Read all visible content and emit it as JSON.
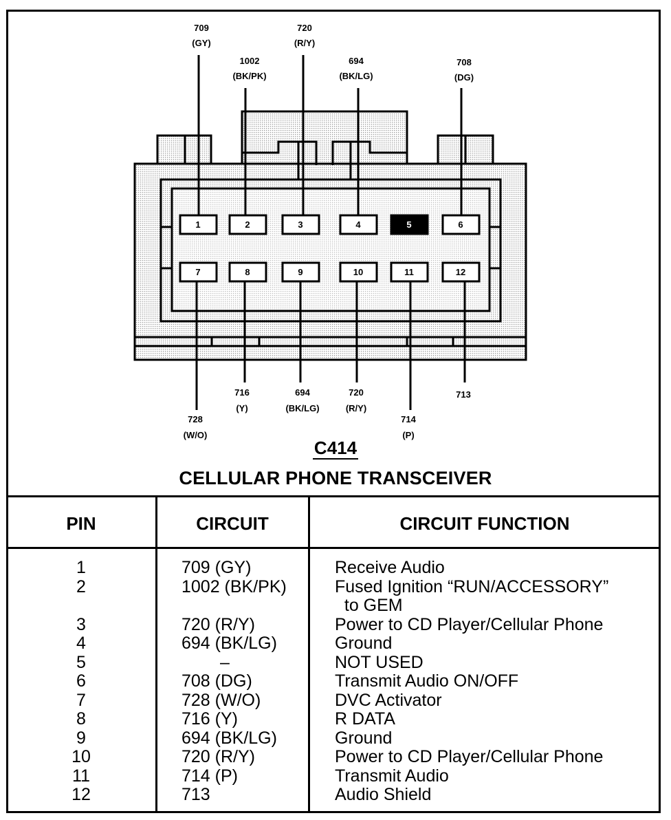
{
  "connector": {
    "id": "C414",
    "name": "CELLULAR PHONE TRANSCEIVER",
    "top_wires": [
      {
        "pin": "1",
        "circuit": "709",
        "color": "(GY)"
      },
      {
        "pin": "2",
        "circuit": "1002",
        "color": "(BK/PK)"
      },
      {
        "pin": "3",
        "circuit": "720",
        "color": "(R/Y)"
      },
      {
        "pin": "4",
        "circuit": "694",
        "color": "(BK/LG)"
      },
      {
        "pin": "6",
        "circuit": "708",
        "color": "(DG)"
      }
    ],
    "bottom_wires": [
      {
        "pin": "7",
        "circuit": "728",
        "color": "(W/O)"
      },
      {
        "pin": "8",
        "circuit": "716",
        "color": "(Y)"
      },
      {
        "pin": "9",
        "circuit": "694",
        "color": "(BK/LG)"
      },
      {
        "pin": "10",
        "circuit": "720",
        "color": "(R/Y)"
      },
      {
        "pin": "11",
        "circuit": "714",
        "color": "(P)"
      },
      {
        "pin": "12",
        "circuit": "713",
        "color": ""
      }
    ],
    "pins_top_row": [
      "1",
      "2",
      "3",
      "4",
      "5",
      "6"
    ],
    "pins_bottom_row": [
      "7",
      "8",
      "9",
      "10",
      "11",
      "12"
    ],
    "unused_pin": "5"
  },
  "table": {
    "headers": {
      "pin": "PIN",
      "circuit": "CIRCUIT",
      "function": "CIRCUIT FUNCTION"
    },
    "rows": [
      {
        "pin": "1",
        "circuit": "709 (GY)",
        "function": "Receive Audio"
      },
      {
        "pin": "2",
        "circuit": "1002 (BK/PK)",
        "function": "Fused Ignition “RUN/ACCESSORY”\n  to GEM"
      },
      {
        "pin": "3",
        "circuit": "720 (R/Y)",
        "function": "Power to CD Player/Cellular Phone"
      },
      {
        "pin": "4",
        "circuit": "694 (BK/LG)",
        "function": "Ground"
      },
      {
        "pin": "5",
        "circuit": "–",
        "function": "NOT USED"
      },
      {
        "pin": "6",
        "circuit": "708 (DG)",
        "function": "Transmit Audio ON/OFF"
      },
      {
        "pin": "7",
        "circuit": "728 (W/O)",
        "function": "DVC Activator"
      },
      {
        "pin": "8",
        "circuit": "716 (Y)",
        "function": "R DATA"
      },
      {
        "pin": "9",
        "circuit": "694 (BK/LG)",
        "function": "Ground"
      },
      {
        "pin": "10",
        "circuit": "720 (R/Y)",
        "function": "Power to CD Player/Cellular Phone"
      },
      {
        "pin": "11",
        "circuit": "714 (P)",
        "function": "Transmit Audio"
      },
      {
        "pin": "12",
        "circuit": "713",
        "function": "Audio Shield"
      }
    ]
  }
}
